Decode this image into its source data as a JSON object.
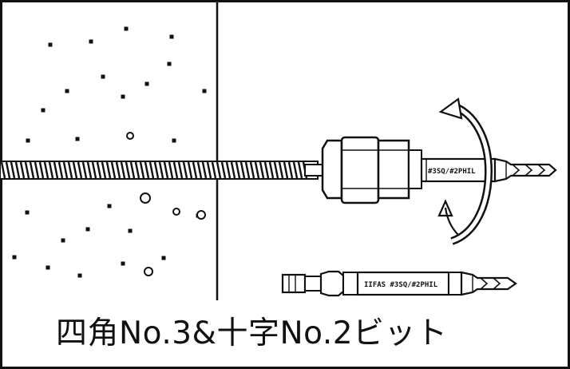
{
  "diagram": {
    "caption": "四角No.3&十字No.2ビット",
    "installed_bit_marking": "#3SQ/#2PHIL",
    "spare_bit_marking": "IIFAS #3SQ/#2PHIL"
  }
}
